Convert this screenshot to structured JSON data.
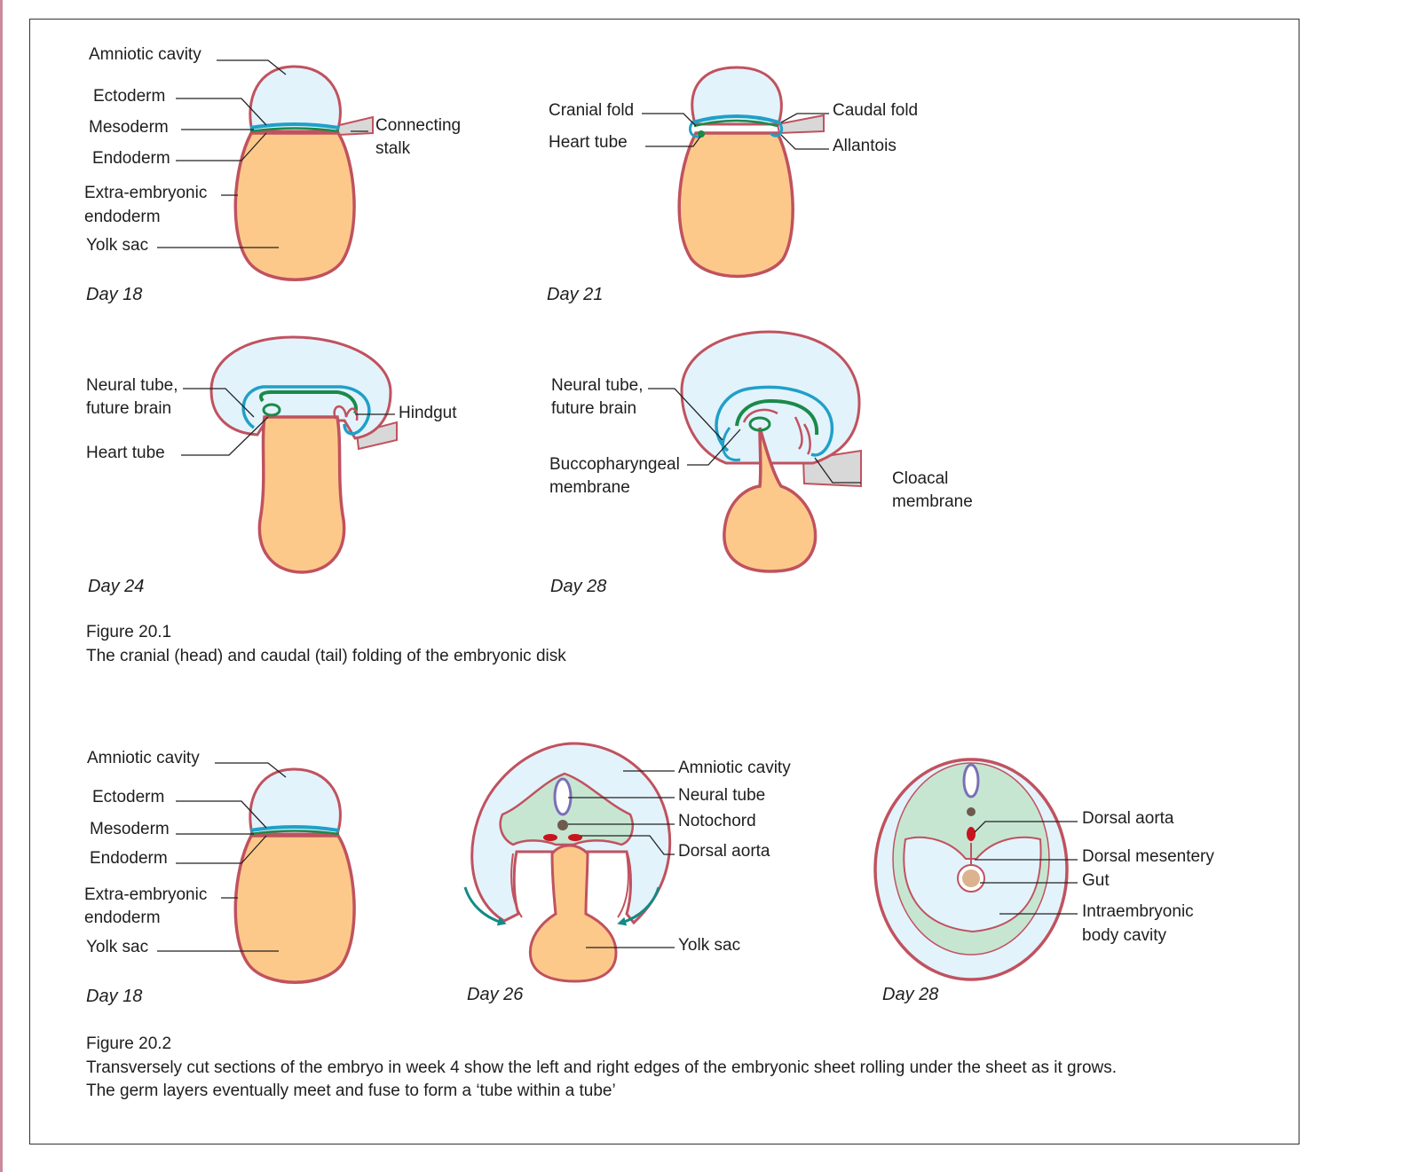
{
  "colors": {
    "amnion": "#e3f3fb",
    "yolk": "#fdc98a",
    "outline": "#c0525f",
    "ectoderm": "#1fa0c8",
    "mesoderm": "#1a8a4a",
    "stalk": "#d8d8d8",
    "mesenchyme": "#c6e6d2",
    "arrow": "#148a86",
    "aorta": "#c8141e"
  },
  "fig1": {
    "panel1": {
      "day": "Day 18",
      "amniotic": "Amniotic cavity",
      "ectoderm": "Ectoderm",
      "mesoderm": "Mesoderm",
      "endoderm": "Endoderm",
      "extra1": "Extra-embryonic",
      "extra2": "endoderm",
      "yolk": "Yolk sac",
      "stalk1": "Connecting",
      "stalk2": "stalk"
    },
    "panel2": {
      "day": "Day 21",
      "cranial": "Cranial fold",
      "heart": "Heart tube",
      "caudal": "Caudal fold",
      "allantois": "Allantois"
    },
    "panel3": {
      "day": "Day 24",
      "neural1": "Neural tube,",
      "neural2": "future brain",
      "heart": "Heart tube",
      "hindgut": "Hindgut"
    },
    "panel4": {
      "day": "Day 28",
      "neural1": "Neural tube,",
      "neural2": "future brain",
      "bucco1": "Buccopharyngeal",
      "bucco2": "membrane",
      "cloacal1": "Cloacal",
      "cloacal2": "membrane"
    },
    "caption_title": "Figure 20.1",
    "caption_text": "The cranial (head) and caudal (tail) folding of the embryonic disk"
  },
  "fig2": {
    "panel1": {
      "day": "Day 18",
      "amniotic": "Amniotic cavity",
      "ectoderm": "Ectoderm",
      "mesoderm": "Mesoderm",
      "endoderm": "Endoderm",
      "extra1": "Extra-embryonic",
      "extra2": "endoderm",
      "yolk": "Yolk sac"
    },
    "panel2": {
      "day": "Day 26",
      "amniotic": "Amniotic cavity",
      "neural": "Neural tube",
      "notochord": "Notochord",
      "aorta": "Dorsal aorta",
      "yolk": "Yolk sac"
    },
    "panel3": {
      "day": "Day 28",
      "aorta": "Dorsal aorta",
      "mesentery": "Dorsal mesentery",
      "gut": "Gut",
      "cavity1": "Intraembryonic",
      "cavity2": "body cavity"
    },
    "caption_title": "Figure 20.2",
    "caption_line1": "Transversely cut sections of the embryo in week 4 show the left and right edges of the embryonic sheet rolling under the sheet as it grows.",
    "caption_line2": "The germ layers eventually meet and fuse to form a ‘tube within a tube’"
  }
}
